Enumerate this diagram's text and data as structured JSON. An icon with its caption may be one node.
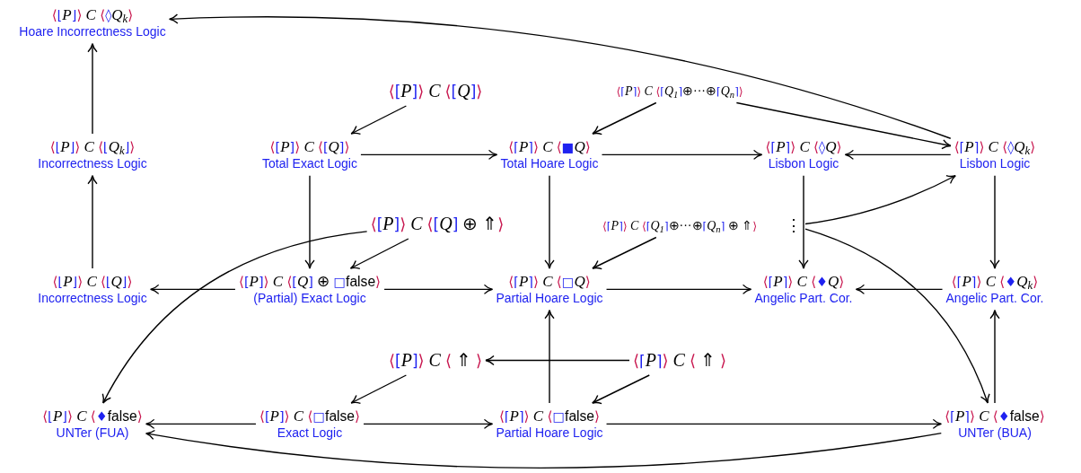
{
  "diagram": {
    "nodes": [
      {
        "text": [
          "⟨⌊P⌋⟩ C ⟨◊Q$_{k}$⟩",
          "Hoare Incorrectness Logic"
        ]
      },
      {
        "text": [
          "⟨⌊P⌋⟩ C ⟨⌊Q$_{k}$⌋⟩",
          "Incorrectness Logic"
        ]
      },
      {
        "text": [
          "⟨[P]⟩ C ⟨[Q]⟩"
        ]
      },
      {
        "text": [
          "⟨⌈P⌉⟩ C ⟨⌈Q$_{1}$⌉⊕···⊕⌈Q$_{n}$⌉⟩"
        ]
      },
      {
        "text": [
          "⟨[P]⟩ C ⟨[Q]⟩",
          "Total Exact Logic"
        ]
      },
      {
        "text": [
          "⟨⌈P⌉⟩ C ⟨■Q⟩",
          "Total Hoare Logic"
        ]
      },
      {
        "text": [
          "⟨⌈P⌉⟩ C ⟨◊Q⟩",
          "Lisbon Logic"
        ]
      },
      {
        "text": [
          "⟨⌈P⌉⟩ C ⟨◊Q$_{k}$⟩",
          "Lisbon Logic"
        ]
      },
      {
        "text": [
          "⟨[P]⟩ C ⟨[Q] ⊕ ⇑⟩"
        ]
      },
      {
        "text": [
          "⟨⌈P⌉⟩ C ⟨⌈Q$_{1}$⌉⊕···⊕⌈Q$_{n}$⌉ ⊕ ⇑⟩"
        ]
      },
      {
        "text": [
          "⟨⌊P⌋⟩ C ⟨⌊Q⌋⟩",
          "Incorrectness Logic"
        ]
      },
      {
        "text": [
          "⟨[P]⟩ C ⟨[Q] ⊕ □false⟩",
          "(Partial) Exact Logic"
        ]
      },
      {
        "text": [
          "⟨⌈P⌉⟩ C ⟨□Q⟩",
          "Partial Hoare Logic"
        ]
      },
      {
        "text": [
          "⟨⌈P⌉⟩ C ⟨♦Q⟩",
          "Angelic Part. Cor."
        ]
      },
      {
        "text": [
          "⟨⌈P⌉⟩ C ⟨♦Q$_{k}$⟩",
          "Angelic Part. Cor."
        ]
      },
      {
        "text": [
          "⟨[P]⟩ C ⟨ ⇑ ⟩"
        ]
      },
      {
        "text": [
          "⟨⌈P⌉⟩ C ⟨ ⇑ ⟩"
        ]
      },
      {
        "text": [
          "⟨⌊P⌋⟩ C ⟨♦false⟩",
          "UNTer (FUA)"
        ]
      },
      {
        "text": [
          "⟨[P]⟩ C ⟨□false⟩",
          "Exact Logic"
        ]
      },
      {
        "text": [
          "⟨⌈P⌉⟩ C ⟨□false⟩",
          "Partial Hoare Logic"
        ]
      },
      {
        "text": [
          "⟨⌈P⌉⟩ C ⟨♦false⟩",
          "UNTer (BUA)"
        ]
      },
      {
        "text": [
          "⋮"
        ]
      }
    ],
    "edges": [
      {
        "from": 1,
        "to": 0,
        "arrow": "to"
      },
      {
        "from": 7,
        "to": 0,
        "arrow": "to"
      },
      {
        "from": 2,
        "to": 4,
        "arrow": "to"
      },
      {
        "from": 3,
        "to": 5,
        "arrow": "to"
      },
      {
        "from": 4,
        "to": 5,
        "arrow": "to"
      },
      {
        "from": 5,
        "to": 6,
        "arrow": "to"
      },
      {
        "from": 7,
        "to": 6,
        "arrow": "to"
      },
      {
        "from": 3,
        "to": 7,
        "arrow": "to"
      },
      {
        "from": 4,
        "to": 11,
        "arrow": "to"
      },
      {
        "from": 8,
        "to": 11,
        "arrow": "to"
      },
      {
        "from": 8,
        "to": 17,
        "arrow": "to"
      },
      {
        "from": 5,
        "to": 12,
        "arrow": "to"
      },
      {
        "from": 9,
        "to": 12,
        "arrow": "to"
      },
      {
        "from": 6,
        "to": 13,
        "arrow": "to"
      },
      {
        "from": 21,
        "to": 7,
        "arrow": "to"
      },
      {
        "from": 21,
        "to": 20,
        "arrow": "to"
      },
      {
        "from": 7,
        "to": 14,
        "arrow": "to"
      },
      {
        "from": 10,
        "to": 1,
        "arrow": "to"
      },
      {
        "from": 11,
        "to": 10,
        "arrow": "to"
      },
      {
        "from": 11,
        "to": 12,
        "arrow": "to"
      },
      {
        "from": 12,
        "to": 13,
        "arrow": "to"
      },
      {
        "from": 14,
        "to": 13,
        "arrow": "to"
      },
      {
        "from": 20,
        "to": 14,
        "arrow": "to"
      },
      {
        "from": 19,
        "to": 12,
        "arrow": "to"
      },
      {
        "from": 16,
        "to": 15,
        "arrow": "to"
      },
      {
        "from": 15,
        "to": 18,
        "arrow": "to"
      },
      {
        "from": 16,
        "to": 19,
        "arrow": "to"
      },
      {
        "from": 18,
        "to": 17,
        "arrow": "to"
      },
      {
        "from": 18,
        "to": 19,
        "arrow": "to"
      },
      {
        "from": 19,
        "to": 20,
        "arrow": "to"
      },
      {
        "from": 20,
        "to": 17,
        "arrow": "to"
      }
    ]
  }
}
